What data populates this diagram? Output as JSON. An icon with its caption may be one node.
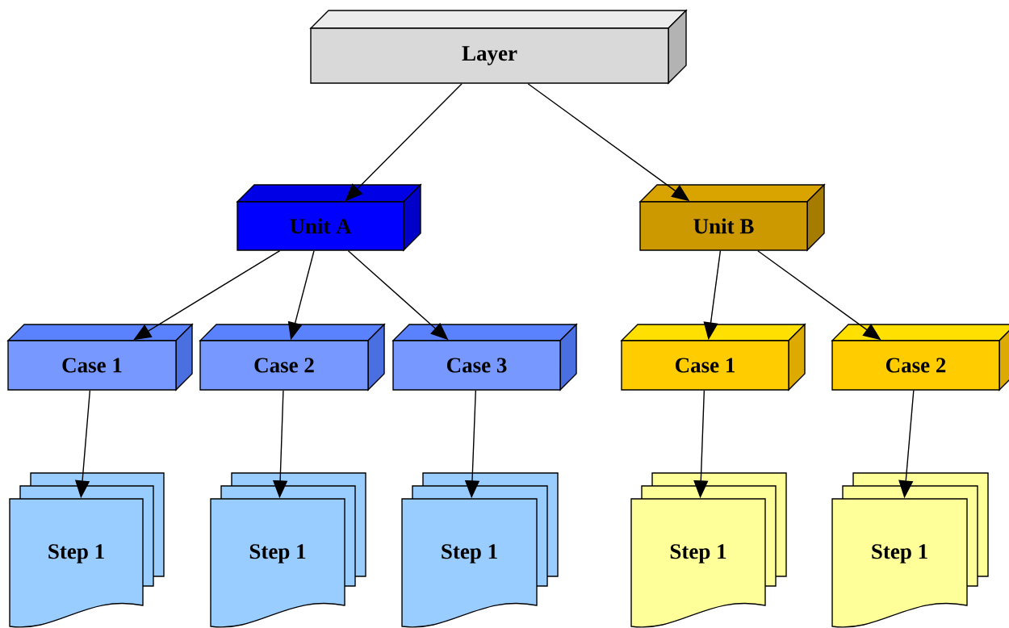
{
  "diagram": {
    "nodes": [
      {
        "text": [
          "Layer"
        ]
      },
      {
        "text": [
          "Unit A"
        ]
      },
      {
        "text": [
          "Unit B"
        ]
      },
      {
        "text": [
          "Case 1"
        ]
      },
      {
        "text": [
          "Case 2"
        ]
      },
      {
        "text": [
          "Case 3"
        ]
      },
      {
        "text": [
          "Case 1"
        ]
      },
      {
        "text": [
          "Case 2"
        ]
      },
      {
        "text": [
          "Step 1"
        ]
      },
      {
        "text": [
          "Step 1"
        ]
      },
      {
        "text": [
          "Step 1"
        ]
      },
      {
        "text": [
          "Step 1"
        ]
      },
      {
        "text": [
          "Step 1"
        ]
      }
    ],
    "edges": [
      {
        "from": 0,
        "to": 1,
        "arrow": "to"
      },
      {
        "from": 0,
        "to": 2,
        "arrow": "to"
      },
      {
        "from": 1,
        "to": 3,
        "arrow": "to"
      },
      {
        "from": 1,
        "to": 4,
        "arrow": "to"
      },
      {
        "from": 1,
        "to": 5,
        "arrow": "to"
      },
      {
        "from": 2,
        "to": 6,
        "arrow": "to"
      },
      {
        "from": 2,
        "to": 7,
        "arrow": "to"
      },
      {
        "from": 3,
        "to": 8,
        "arrow": "to"
      },
      {
        "from": 4,
        "to": 9,
        "arrow": "to"
      },
      {
        "from": 5,
        "to": 10,
        "arrow": "to"
      },
      {
        "from": 6,
        "to": 11,
        "arrow": "to"
      },
      {
        "from": 7,
        "to": 12,
        "arrow": "to"
      }
    ]
  }
}
